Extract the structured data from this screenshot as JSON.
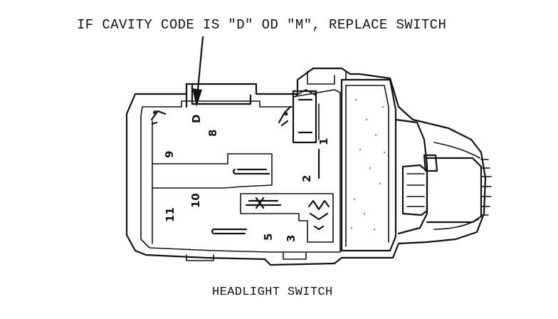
{
  "diagram": {
    "callout": "IF CAVITY CODE IS \"D\" OD \"M\", REPLACE SWITCH",
    "caption": "HEADLIGHT SWITCH",
    "cavity_code": "D",
    "terminals": [
      "1",
      "2",
      "3",
      "5",
      "8",
      "9",
      "10",
      "11"
    ]
  }
}
